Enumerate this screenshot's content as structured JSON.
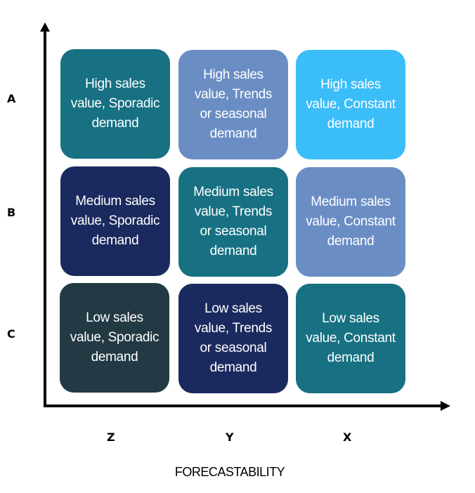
{
  "rows": [
    "A",
    "B",
    "C"
  ],
  "columns": [
    "Z",
    "Y",
    "X"
  ],
  "x_axis_title": "FORECASTABILITY",
  "colors": {
    "teal": "#177183",
    "periwinkle": "#6a8ec4",
    "light_blue": "#3bbdf9",
    "navy": "#1a2a5e",
    "dark_slate": "#233a44"
  },
  "cells": [
    {
      "text": "High sales value, Sporadic demand",
      "color": "#177183"
    },
    {
      "text": "High sales value, Trends or seasonal demand",
      "color": "#6a8ec4"
    },
    {
      "text": "High sales value, Constant demand",
      "color": "#3bbdf9"
    },
    {
      "text": "Medium sales value, Sporadic demand",
      "color": "#1a2a5e"
    },
    {
      "text": "Medium sales value, Trends or seasonal demand",
      "color": "#177183"
    },
    {
      "text": "Medium sales value, Constant demand",
      "color": "#6a8ec4"
    },
    {
      "text": "Low sales value, Sporadic demand",
      "color": "#233a44"
    },
    {
      "text": "Low sales value, Trends or seasonal demand",
      "color": "#1a2a5e"
    },
    {
      "text": "Low sales value, Constant demand",
      "color": "#177183"
    }
  ]
}
